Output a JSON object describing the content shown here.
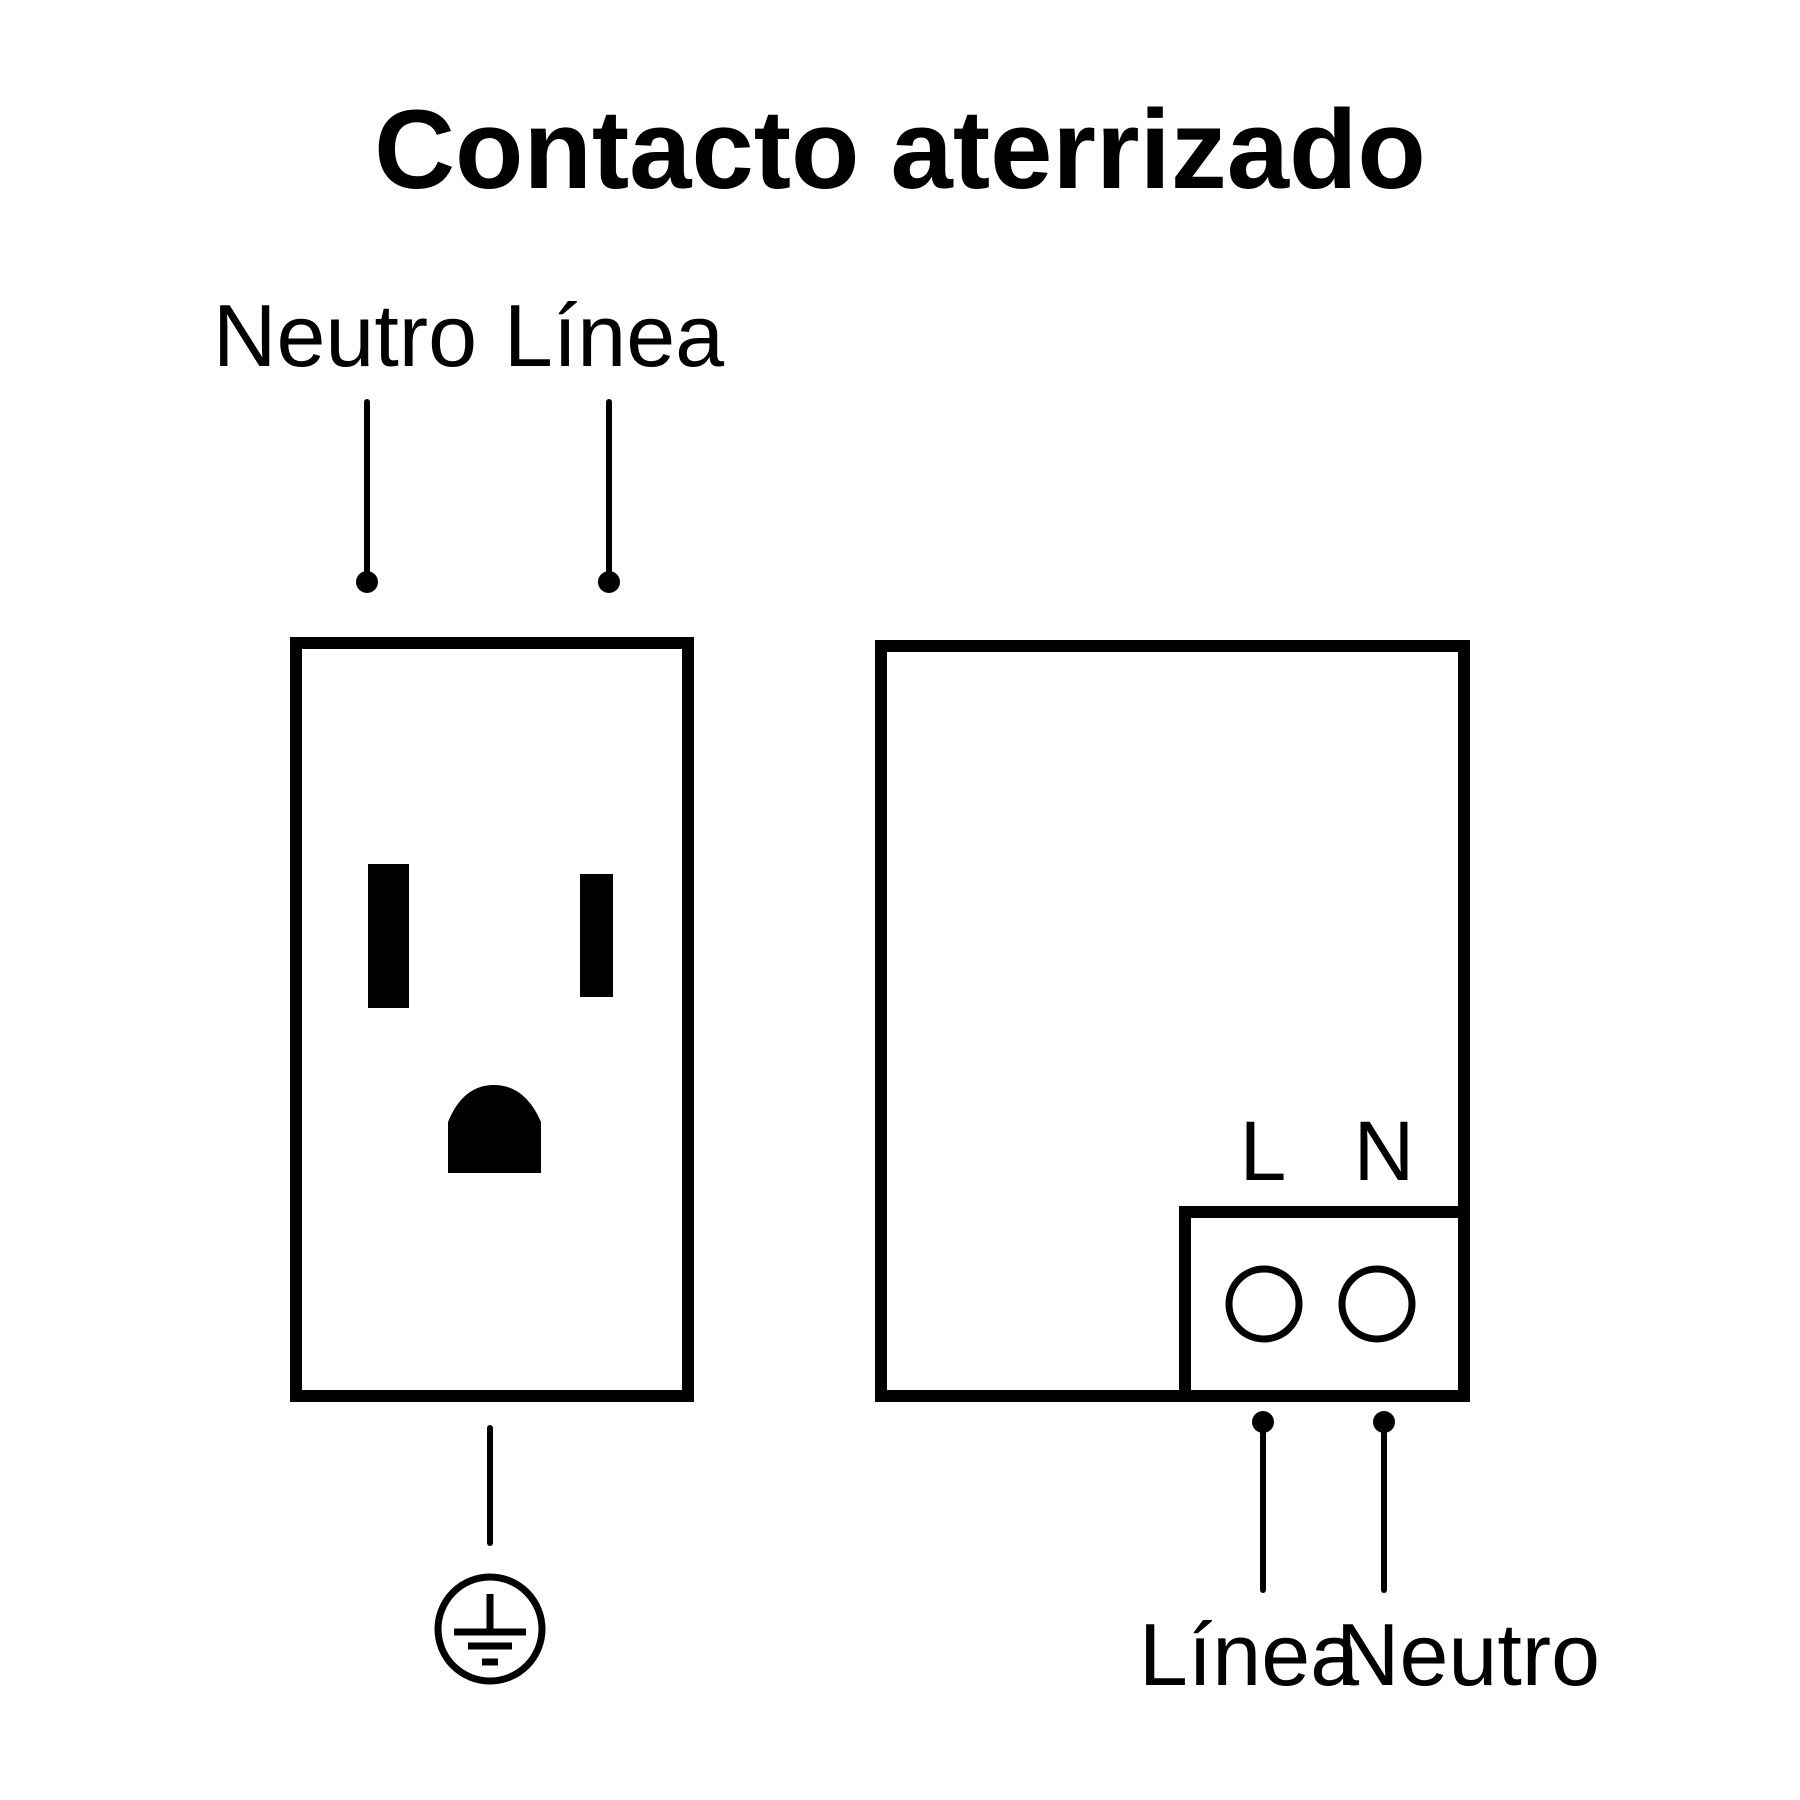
{
  "title": "Contacto aterrizado",
  "receptacle_front": {
    "top_labels": {
      "neutral": "Neutro",
      "line": "Línea"
    },
    "ground_symbol": "ground-icon"
  },
  "receptacle_back": {
    "terminal_letters": {
      "line": "L",
      "neutral": "N"
    },
    "bottom_labels": {
      "line": "Línea",
      "neutral": "Neutro"
    }
  },
  "colors": {
    "ink": "#000000",
    "background": "#ffffff"
  }
}
